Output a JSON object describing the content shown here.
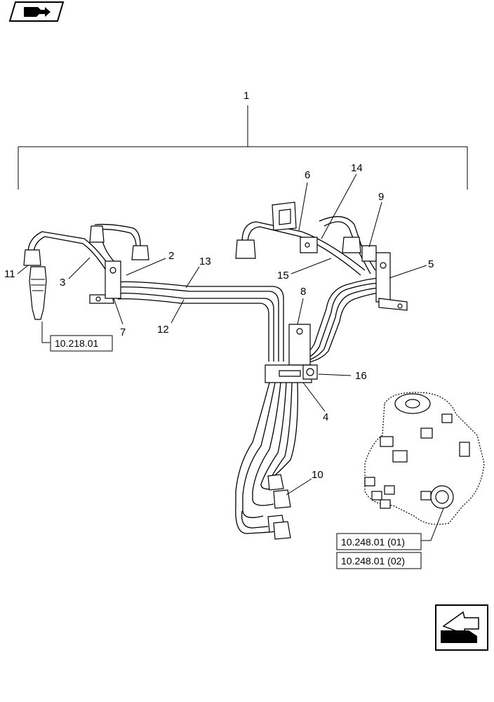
{
  "callouts": {
    "c1": "1",
    "c2": "2",
    "c3": "3",
    "c4": "4",
    "c5": "5",
    "c6": "6",
    "c7": "7",
    "c8": "8",
    "c9": "9",
    "c10": "10",
    "c11": "11",
    "c12": "12",
    "c13": "13",
    "c14": "14",
    "c15": "15",
    "c16": "16"
  },
  "references": {
    "injector_ref": "10.218.01",
    "pump_ref_1": "10.248.01 (01)",
    "pump_ref_2": "10.248.01 (02)"
  },
  "icons": {
    "top_left": "book-arrow-icon",
    "bottom_right": "next-page-arrow-icon"
  }
}
